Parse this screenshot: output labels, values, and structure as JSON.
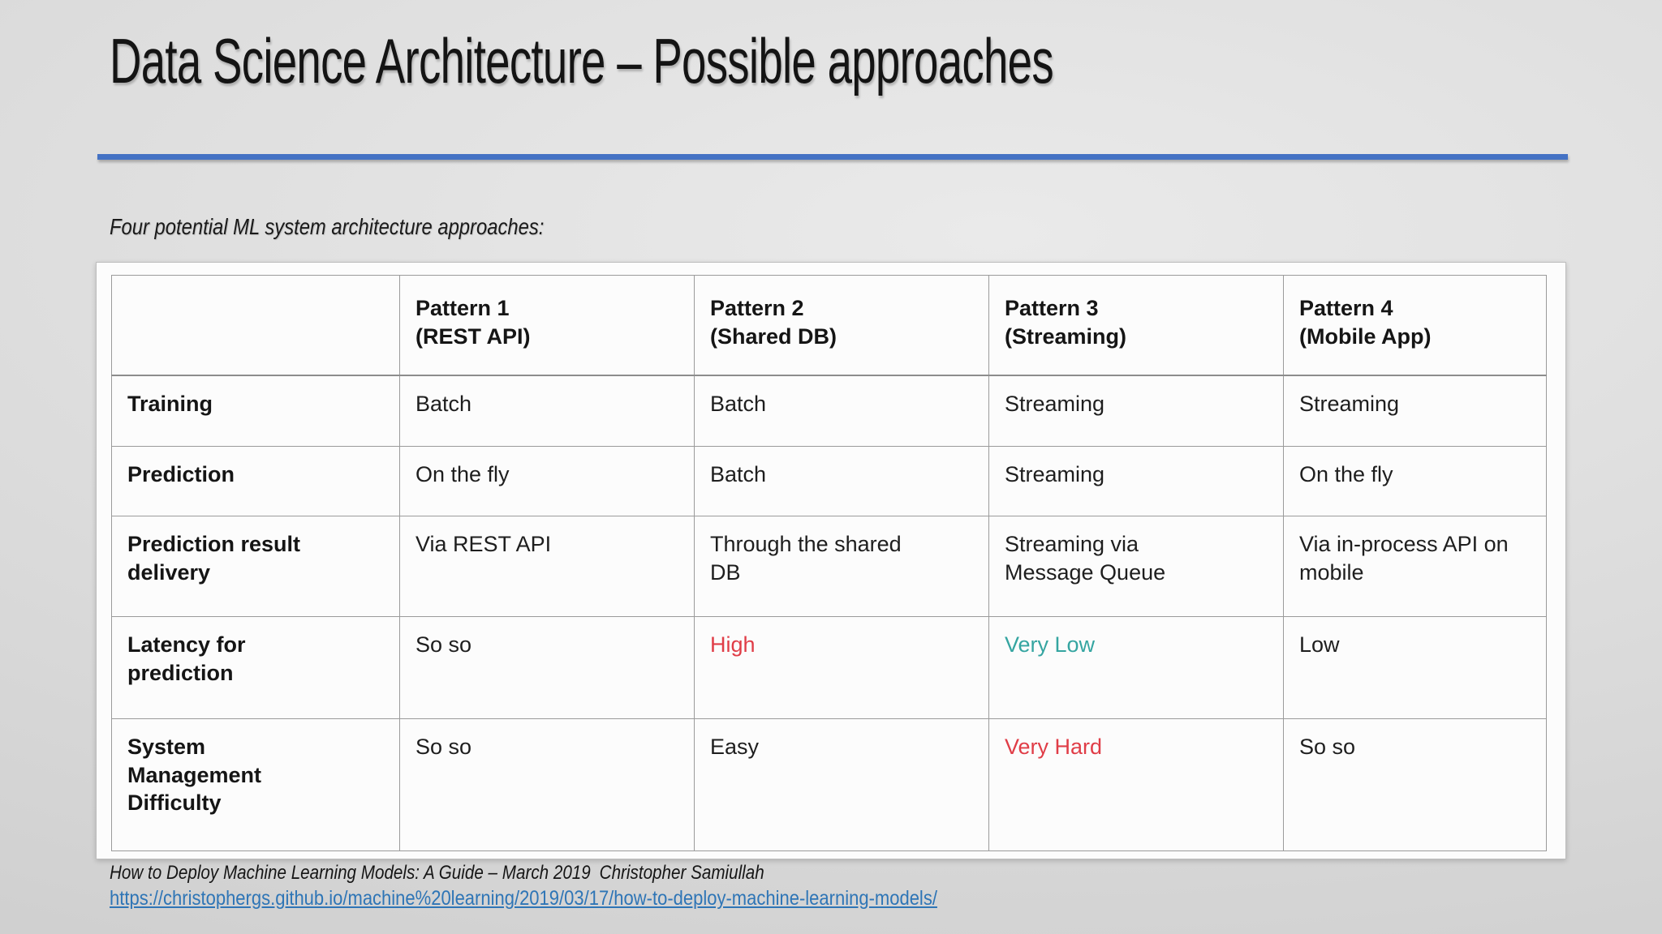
{
  "slide": {
    "title": "Data Science Architecture – Possible approaches",
    "subtitle": "Four potential ML system architecture approaches:",
    "accent_color": "#4472c4"
  },
  "table": {
    "headers": [
      {
        "line1": "Pattern 1",
        "line2": "(REST API)"
      },
      {
        "line1": "Pattern 2",
        "line2": "(Shared DB)"
      },
      {
        "line1": "Pattern 3",
        "line2": "(Streaming)"
      },
      {
        "line1": "Pattern 4",
        "line2": "(Mobile App)"
      }
    ],
    "rows": [
      {
        "label": "Training",
        "cells": [
          {
            "text": "Batch"
          },
          {
            "text": "Batch"
          },
          {
            "text": "Streaming"
          },
          {
            "text": "Streaming"
          }
        ]
      },
      {
        "label": "Prediction",
        "cells": [
          {
            "text": "On the fly"
          },
          {
            "text": "Batch"
          },
          {
            "text": "Streaming"
          },
          {
            "text": "On the fly"
          }
        ]
      },
      {
        "label": "Prediction result delivery",
        "cells": [
          {
            "text": "Via REST API"
          },
          {
            "text": "Through the shared DB"
          },
          {
            "text": "Streaming via Message Queue"
          },
          {
            "text": "Via in-process API on mobile"
          }
        ]
      },
      {
        "label": "Latency for prediction",
        "cells": [
          {
            "text": "So so"
          },
          {
            "text": "High",
            "style": "color:#e03d47"
          },
          {
            "text": "Very Low",
            "style": "color:#35a5a1"
          },
          {
            "text": "Low"
          }
        ]
      },
      {
        "label": "System Management Difficulty",
        "cells": [
          {
            "text": "So so"
          },
          {
            "text": "Easy"
          },
          {
            "text": "Very Hard",
            "style": "color:#e03d47"
          },
          {
            "text": "So so"
          }
        ]
      }
    ]
  },
  "footer": {
    "citation": "How to Deploy Machine Learning Models: A Guide – March 2019",
    "author": "Christopher Samiullah",
    "link": "https://christophergs.github.io/machine%20learning/2019/03/17/how-to-deploy-machine-learning-models/",
    "link_color": "#2e75b6"
  }
}
